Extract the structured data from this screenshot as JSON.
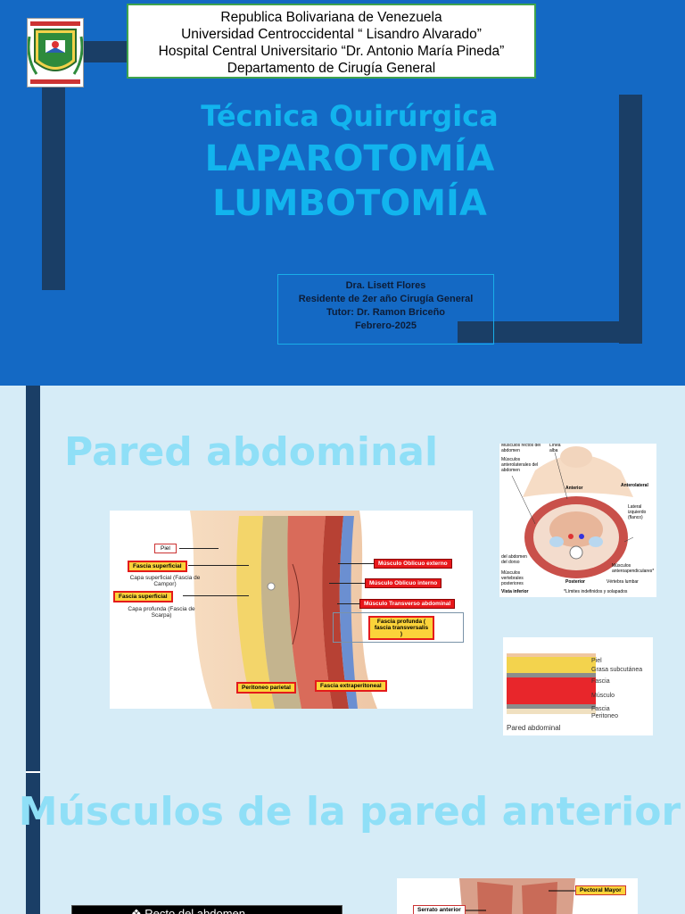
{
  "slide1": {
    "colors": {
      "background": "#1469c4",
      "bars": "#1a3e66",
      "title": "#12b4ee",
      "header_border": "#3fa34d"
    },
    "logo": {
      "icon": "university-crest-icon"
    },
    "header_lines": [
      "Republica Bolivariana de Venezuela",
      "Universidad Centroccidental “ Lisandro Alvarado”",
      "Hospital Central Universitario “Dr. Antonio María Pineda”",
      "Departamento de Cirugía General"
    ],
    "title": "Técnica Quirúrgica",
    "title_line2": "LAPAROTOMÍA",
    "title_line3": "LUMBOTOMÍA",
    "author_lines": [
      "Dra. Lisett Flores",
      "Residente de 2er año Cirugía General",
      "Tutor: Dr. Ramon Briceño",
      "Febrero-2025"
    ]
  },
  "slide2": {
    "colors": {
      "background": "#d6ecf7",
      "heading": "#8fdff7"
    },
    "heading1": "Pared abdominal",
    "heading2": "Músculos de la pared anterior",
    "diagram1": {
      "left_labels": [
        "Piel",
        "Fascia superficial",
        "Capa superficial (Fascia de Campor)",
        "Fascia superficial",
        "Capa profunda (Fascia de Scarpa)"
      ],
      "right_labels": [
        "Músculo Oblicuo externo",
        "Músculo Oblicuo interno",
        "Músculo Transverso abdominal",
        "Fascia profunda ( fascia transversalis )"
      ],
      "bottom_labels": [
        "Peritoneo parietal",
        "Fascia extraperitoneal"
      ]
    },
    "diagram2": {
      "labels": [
        "Músculos rectos del abdomen",
        "Línea alba",
        "Músculos anterolaterales del abdomen",
        "Anterior",
        "Anterolateral",
        "Lateral izquierdo (flanco)",
        "del abdomen del dorso",
        "Músculos vertebrales posteriores",
        "Posterior",
        "Músculos anteroapendiculares*",
        "Vértebra lumbar",
        "Vista inferior",
        "*Límites indefinidos y solapados"
      ]
    },
    "diagram3": {
      "layers": [
        "Piel",
        "Grasa subcutánea",
        "Fascia",
        "Músculo",
        "Fascia",
        "Peritoneo"
      ],
      "caption": "Pared abdominal"
    },
    "diagram4": {
      "labels": [
        "Pectoral Mayor",
        "Serrato anterior"
      ]
    },
    "bullet_box": {
      "icon": "diamond-bullet-icon",
      "text": "❖ Recto del abdomen"
    }
  }
}
